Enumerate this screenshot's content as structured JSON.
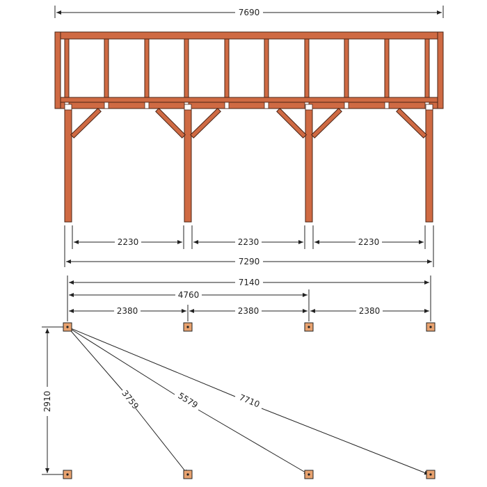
{
  "elevation": {
    "overall_width_label": "7690",
    "post_spacing_labels": [
      "2230",
      "2230",
      "2230"
    ],
    "outer_posts_label": "7290"
  },
  "plan": {
    "top_total_label": "7140",
    "top_partial_label": "4760",
    "module_labels": [
      "2380",
      "2380",
      "2380"
    ],
    "depth_label": "2910",
    "diagonal_labels": [
      "3759",
      "5579",
      "7710"
    ]
  },
  "colors": {
    "wood": "#cf6a43",
    "wood_edge": "#4a2416",
    "footing": "#e8a26f",
    "dimension_line": "#222222"
  }
}
